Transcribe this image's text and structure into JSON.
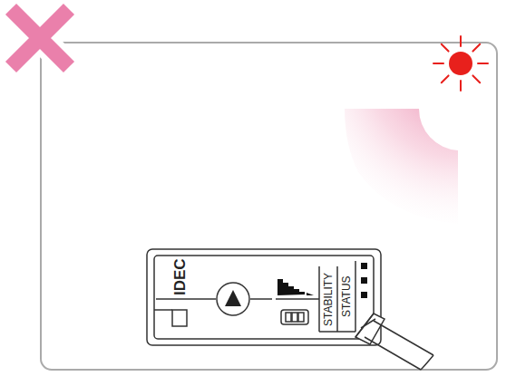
{
  "diagram": {
    "labels": [
      "IDEC",
      "STABILITY",
      "STATUS"
    ]
  }
}
